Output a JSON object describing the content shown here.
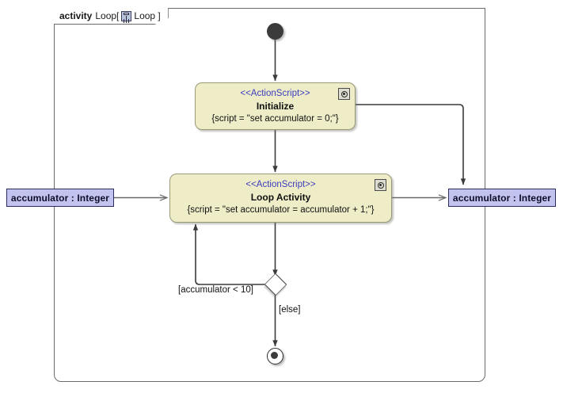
{
  "frame": {
    "keyword": "activity",
    "name": "Loop[",
    "icon": "activity-diagram-icon",
    "name_tail": "Loop ]"
  },
  "nodes": {
    "initial": {
      "icon": "initial-node-icon"
    },
    "initialize": {
      "stereotype": "<<ActionScript>>",
      "title": "Initialize",
      "body": "{script = \"set accumulator = 0;\"}",
      "badge": "action-script-badge-icon"
    },
    "loop_activity": {
      "stereotype": "<<ActionScript>>",
      "title": "Loop Activity",
      "body": "{script = \"set accumulator = accumulator + 1;\"}",
      "badge": "action-script-badge-icon"
    },
    "decision": {
      "icon": "decision-diamond-icon"
    },
    "final": {
      "icon": "activity-final-node-icon"
    }
  },
  "pins": {
    "input": "accumulator : Integer",
    "output": "accumulator : Integer"
  },
  "guards": {
    "loop_back": "[accumulator < 10]",
    "else": "[else]"
  },
  "colors": {
    "action_fill": "#EEEDC8",
    "action_border": "#9A9A7A",
    "pin_fill": "#C3C3EF",
    "pin_border": "#2B2B5E",
    "stereotype_text": "#3B3BBF",
    "edge": "#3A3A3A",
    "frame_border": "#6B6B6B"
  }
}
